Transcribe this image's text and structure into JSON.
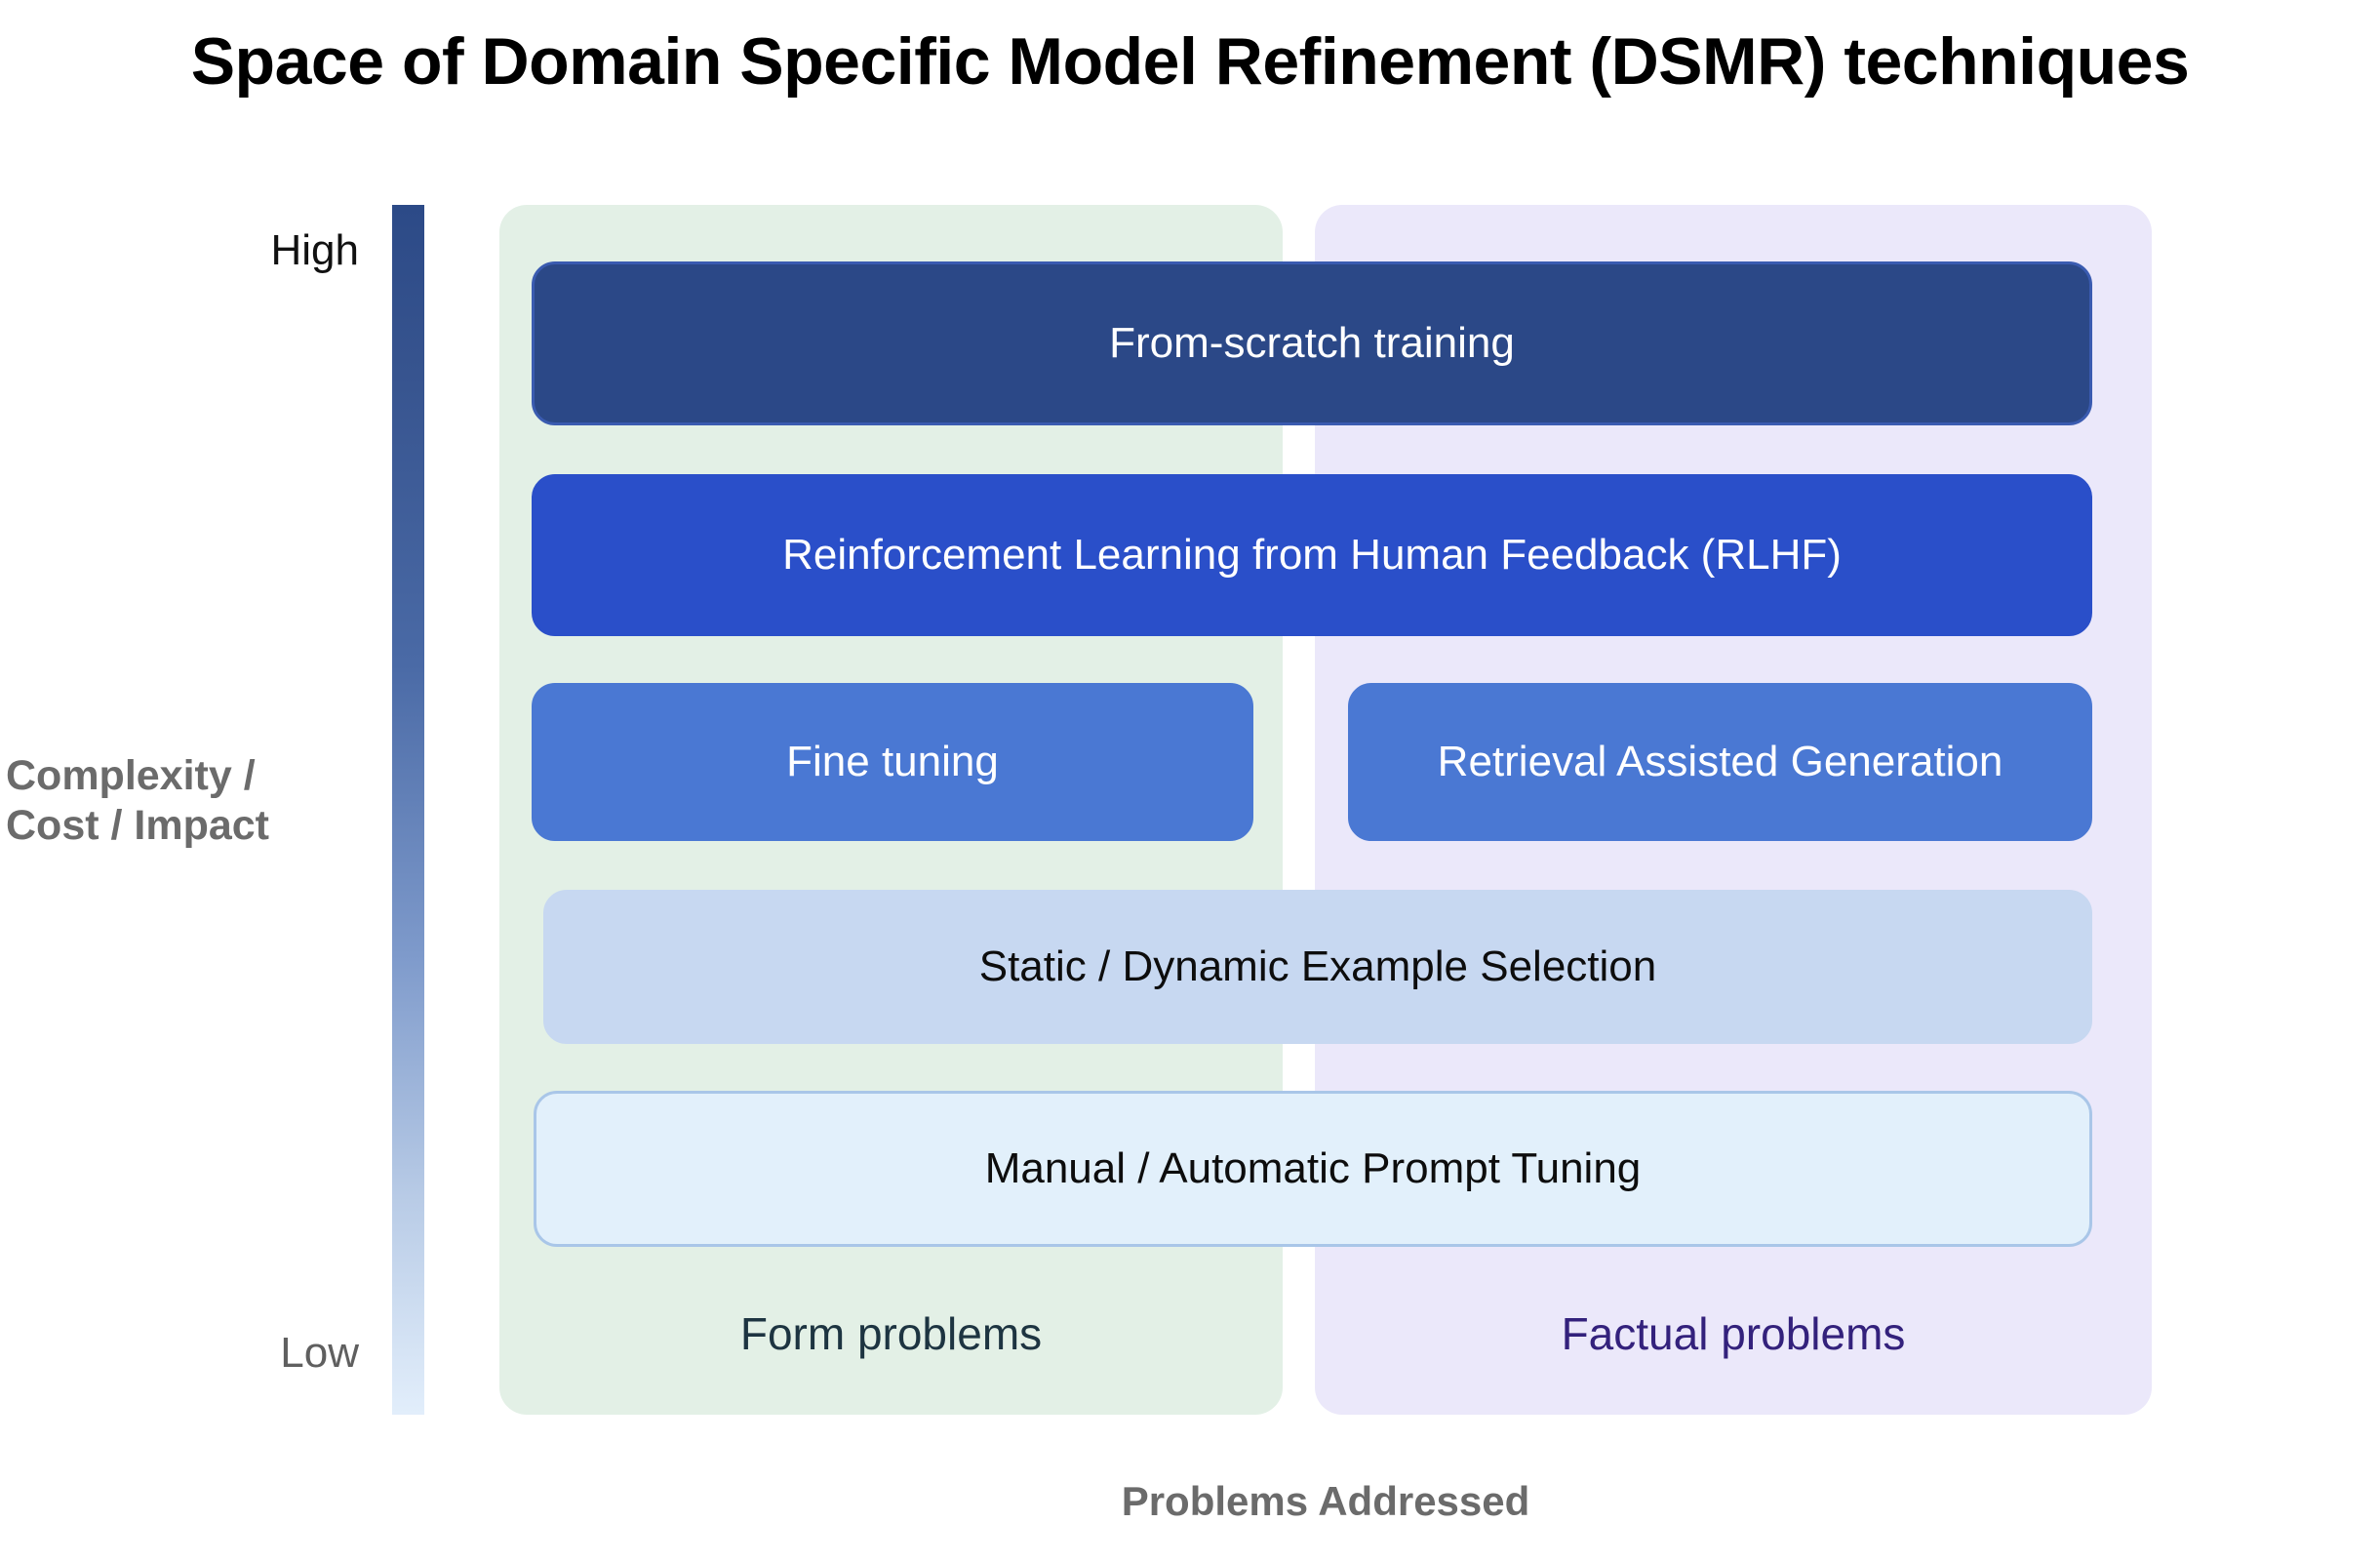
{
  "title": "Space of Domain Specific Model Refinement (DSMR) techniques",
  "axes": {
    "y": {
      "title": "Complexity /\nCost / Impact",
      "title_line1": "Complexity /",
      "title_line2": "Cost / Impact",
      "high_label": "High",
      "low_label": "Low",
      "gradient_top_color": "#2c4a87",
      "gradient_bottom_color": "#e2eefb"
    },
    "x": {
      "title": "Problems Addressed"
    }
  },
  "columns": [
    {
      "id": "form",
      "footer_label": "Form problems",
      "background_color": "#e3f0e6",
      "footer_text_color": "#1d3441"
    },
    {
      "id": "factual",
      "footer_label": "Factual problems",
      "background_color": "#ebe8fa",
      "footer_text_color": "#33217c"
    }
  ],
  "techniques": [
    {
      "label": "From-scratch training",
      "tier": 1,
      "spans": "both",
      "fill_color": "#2b4887",
      "text_color": "#ffffff"
    },
    {
      "label": "Reinforcement Learning from Human Feedback (RLHF)",
      "tier": 2,
      "spans": "both",
      "fill_color": "#2a4fc9",
      "text_color": "#ffffff"
    },
    {
      "label": "Fine tuning",
      "tier": 3,
      "spans": "form",
      "fill_color": "#4a78d3",
      "text_color": "#ffffff"
    },
    {
      "label": "Retrieval Assisted Generation",
      "tier": 3,
      "spans": "factual",
      "fill_color": "#4a78d3",
      "text_color": "#ffffff"
    },
    {
      "label": "Static / Dynamic Example Selection",
      "tier": 4,
      "spans": "both",
      "fill_color": "#c7d8f1",
      "text_color": "#0d0d0d"
    },
    {
      "label": "Manual / Automatic Prompt Tuning",
      "tier": 5,
      "spans": "both",
      "fill_color": "#e2f0fb",
      "text_color": "#0d0d0d"
    }
  ]
}
